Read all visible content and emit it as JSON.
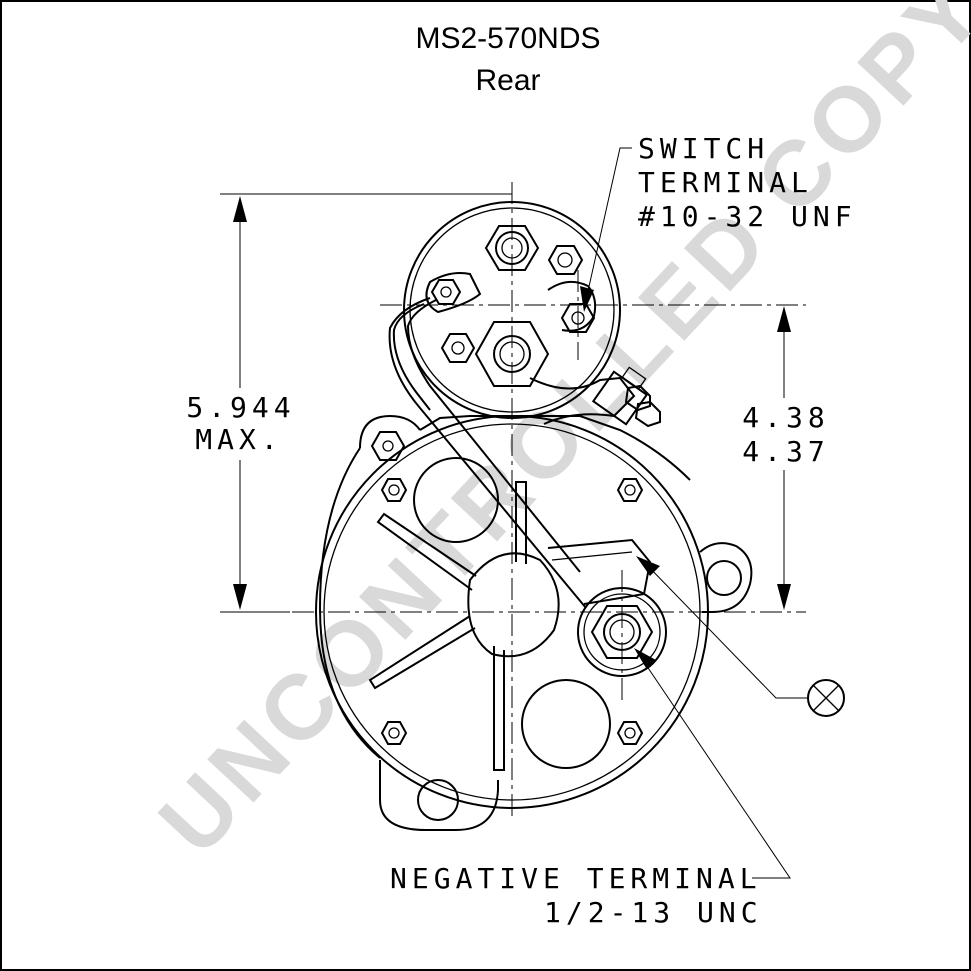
{
  "title": {
    "model": "MS2-570NDS",
    "view": "Rear"
  },
  "watermark": "UNCONTROLLED COPY",
  "callouts": {
    "switch_terminal": [
      "SWITCH",
      "TERMINAL",
      "#10-32 UNF"
    ],
    "negative_terminal": [
      "NEGATIVE TERMINAL",
      "1/2-13 UNC"
    ],
    "ground_symbol": "circle-x-icon"
  },
  "dimensions": {
    "overall_height": [
      "5.944",
      "MAX."
    ],
    "terminal_offset": [
      "4.38",
      "4.37"
    ]
  },
  "colors": {
    "line": "#000000",
    "watermark": "#d9d9d9",
    "background": "#ffffff"
  }
}
